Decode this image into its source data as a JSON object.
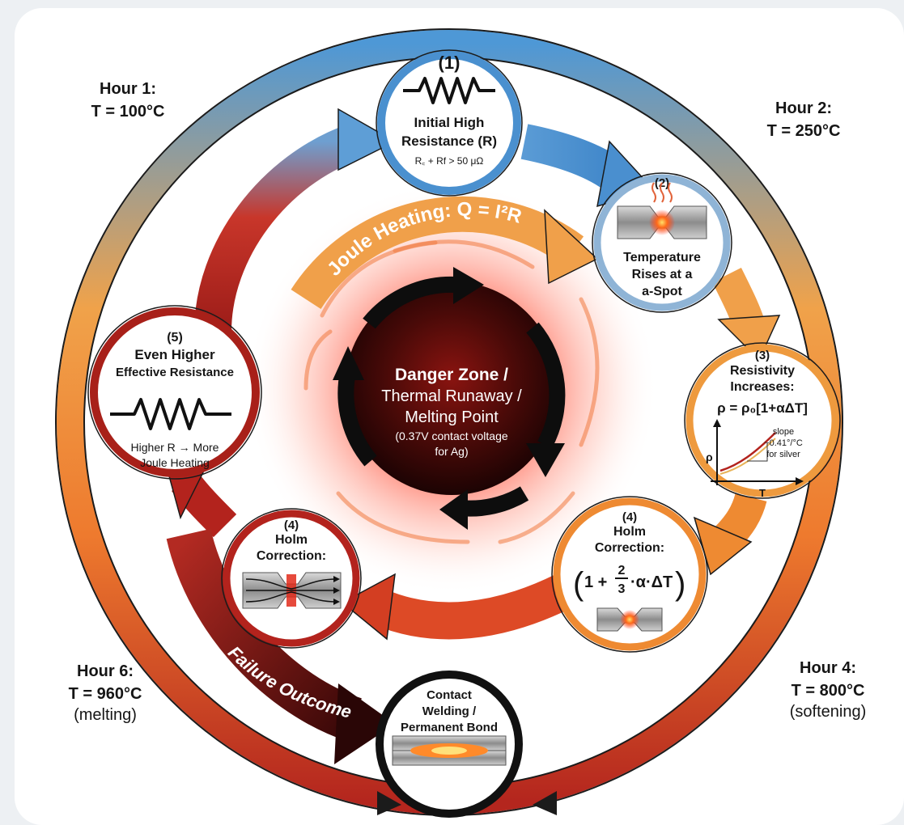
{
  "hours": {
    "h1": {
      "label": "Hour 1:",
      "temp": "T = 100°C"
    },
    "h2": {
      "label": "Hour 2:",
      "temp": "T = 250°C"
    },
    "h4": {
      "label": "Hour 4:",
      "temp": "T = 800°C",
      "note": "(softening)"
    },
    "h6": {
      "label": "Hour 6:",
      "temp": "T = 960°C",
      "note": "(melting)"
    }
  },
  "step1": {
    "num": "(1)",
    "title1": "Initial High",
    "title2": "Resistance (R)",
    "formula": "R꜀ + Rf > 50 μΩ"
  },
  "step2": {
    "num": "(2)",
    "line1": "Temperature",
    "line2": "Rises at a",
    "line3": "a-Spot"
  },
  "step3": {
    "num": "(3)",
    "line1": "Resistivity",
    "line2": "Increases:",
    "formula": "ρ = ρ₀[1+αΔT]",
    "axis_y": "ρ",
    "axis_x": "T",
    "slope1": "slope",
    "slope2": "~0.41°/°C",
    "slope3": "for silver"
  },
  "step4a": {
    "num": "(4)",
    "line1": "Holm",
    "line2": "Correction:",
    "f_open": "(",
    "f_mid1": "1 + ",
    "f_num": "2",
    "f_den": "3",
    "f_mid2": "·α·ΔT",
    "f_close": ")"
  },
  "step4b": {
    "num": "(4)",
    "line1": "Holm",
    "line2": "Correction:"
  },
  "step5": {
    "num": "(5)",
    "line1": "Even Higher",
    "line2": "Effective Resistance",
    "line3": "Higher R → More",
    "line4": "Joule Heating"
  },
  "outcome": {
    "line1": "Contact",
    "line2": "Welding /",
    "line3": "Permanent Bond"
  },
  "joule": "Joule Heating: Q = I²R",
  "failure": "Failure Outcome",
  "danger": {
    "line1": "Danger Zone /",
    "line2": "Thermal Runaway /",
    "line3": "Melting Point",
    "line4": "(0.37V contact voltage",
    "line5": "for Ag)"
  },
  "colors": {
    "blue": "#4a90cf",
    "orange": "#f19a3e",
    "red": "#b3231d",
    "darkred": "#7a1414"
  }
}
